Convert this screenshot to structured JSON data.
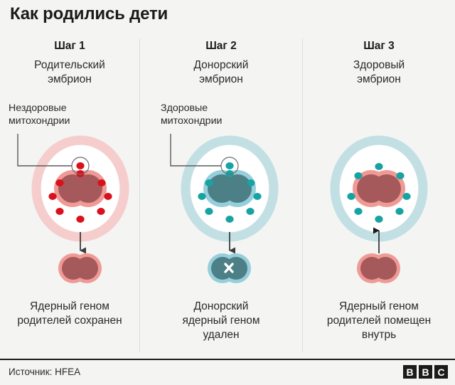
{
  "title": "Как родились дети",
  "colors": {
    "background": "#f4f4f3",
    "text": "#2a2a2a",
    "divider": "#dcdcdc",
    "membrane_pink": "#f6cdcd",
    "membrane_teal": "#c2e0e3",
    "mito_unhealthy": "#d9111c",
    "mito_healthy": "#17a3a3",
    "nucleus_pink_outer": "#f09a96",
    "nucleus_red_inner": "#a5595b",
    "nucleus_teal_outer": "#96cfdb",
    "nucleus_teal_inner": "#4c7f86",
    "arrow": "#3c3c3c",
    "leader_line": "#5a5a5a",
    "bbc_black": "#1b1b1b"
  },
  "steps": [
    {
      "step_label": "Шаг 1",
      "subtitle": "Родительский\nэмбрион",
      "annotation": "Нездоровые\nмитохондрии",
      "caption": "Ядерный геном\nродителей сохранен",
      "membrane_color": "#f6cdcd",
      "mitochondria_color": "#d9111c",
      "mitochondria_count": 8,
      "nucleus_outer": "#f09a96",
      "nucleus_inner": "#a5595b",
      "arrow_direction": "down",
      "extracted_nucleus_outer": "#f09a96",
      "extracted_nucleus_inner": "#a5595b",
      "extracted_marker": ""
    },
    {
      "step_label": "Шаг 2",
      "subtitle": "Донорский\nэмбрион",
      "annotation": "Здоровые\nмитохондрии",
      "caption": "Донорский\nядерный геном\nудален",
      "membrane_color": "#c2e0e3",
      "mitochondria_color": "#17a3a3",
      "mitochondria_count": 8,
      "nucleus_outer": "#96cfdb",
      "nucleus_inner": "#4c7f86",
      "arrow_direction": "down",
      "extracted_nucleus_outer": "#96cfdb",
      "extracted_nucleus_inner": "#4c7f86",
      "extracted_marker": "✕"
    },
    {
      "step_label": "Шаг 3",
      "subtitle": "Здоровый\nэмбрион",
      "annotation": "",
      "caption": "Ядерный геном\nродителей помещен\nвнутрь",
      "membrane_color": "#c2e0e3",
      "mitochondria_color": "#17a3a3",
      "mitochondria_count": 8,
      "nucleus_outer": "#f09a96",
      "nucleus_inner": "#a5595b",
      "arrow_direction": "up",
      "extracted_nucleus_outer": "#f09a96",
      "extracted_nucleus_inner": "#a5595b",
      "extracted_marker": ""
    }
  ],
  "footer": {
    "source": "Источник: HFEA",
    "logo_letters": [
      "B",
      "B",
      "C"
    ]
  }
}
